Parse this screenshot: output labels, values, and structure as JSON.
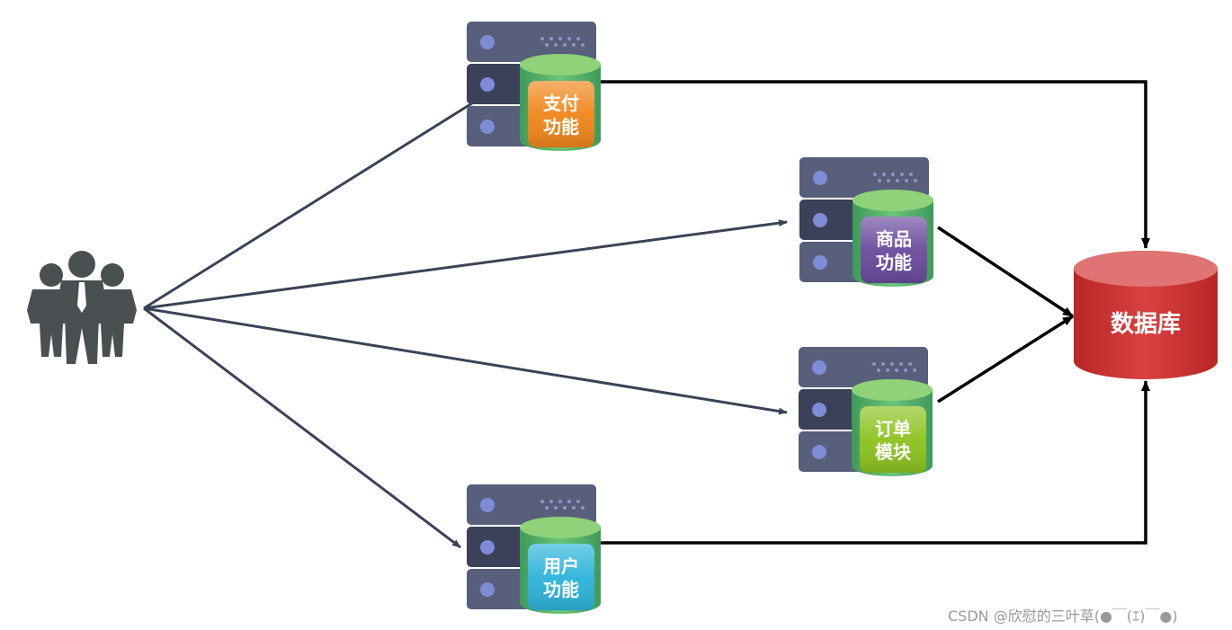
{
  "services": [
    {
      "id": "pay",
      "line1": "支付",
      "line2": "功能",
      "color": "#f0861a"
    },
    {
      "id": "product",
      "line1": "商品",
      "line2": "功能",
      "color": "#6a4a9c"
    },
    {
      "id": "order",
      "line1": "订单",
      "line2": "模块",
      "color": "#8cc21f"
    },
    {
      "id": "user",
      "line1": "用户",
      "line2": "功能",
      "color": "#2cb3d9"
    }
  ],
  "database": {
    "label": "数据库",
    "color": "#c62f2f"
  },
  "watermark": "CSDN @欣慰的三叶草(●￣(ｴ)￣●)",
  "colors": {
    "request_arrow": "#3a4356",
    "db_arrow": "#000000",
    "users": "#4a4f52",
    "server": "#585f7a",
    "server_dark": "#3b4159",
    "cylinder": "#5cb85c"
  }
}
